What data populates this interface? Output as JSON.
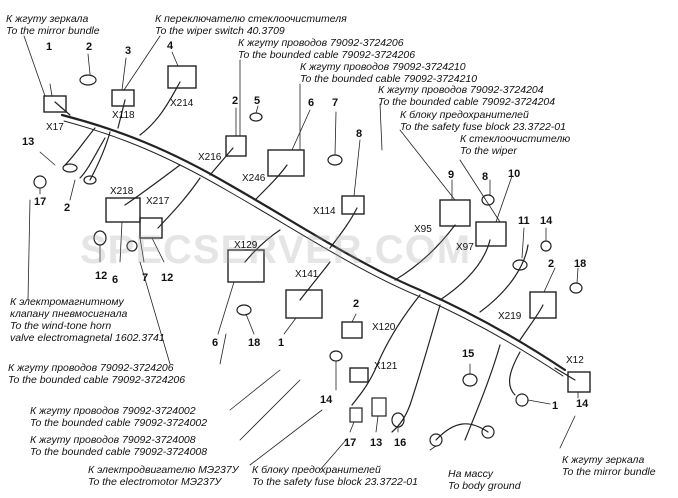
{
  "captions": [
    {
      "id": "mirror-bundle-top",
      "ru": "К жгуту зеркала",
      "en": "To the mirror bundle"
    },
    {
      "id": "wiper-switch",
      "ru": "К переключателю стеклоочистителя",
      "en": "To the wiper switch 40.3709"
    },
    {
      "id": "cable-206-top",
      "ru": "К жгуту проводов 79092-3724206",
      "en": "To the bounded cable 79092-3724206"
    },
    {
      "id": "cable-210",
      "ru": "К жгуту проводов 79092-3724210",
      "en": "To the bounded cable 79092-3724210"
    },
    {
      "id": "cable-204",
      "ru": "К жгуту проводов 79092-3724204",
      "en": "To the bounded cable 79092-3724204"
    },
    {
      "id": "fuse-block-top",
      "ru": "К блоку предохранителей",
      "en": "To the safety fuse block 23.3722-01"
    },
    {
      "id": "wiper",
      "ru": "К стеклоочистителю",
      "en": "To the wiper"
    },
    {
      "id": "horn-valve",
      "ru1": "К электромагнитному",
      "ru2": "клапану пневмосигнала",
      "en1": "To the wind-tone horn",
      "en2": "valve electromagnetal 1602.3741"
    },
    {
      "id": "cable-206-left",
      "ru": "К жгуту проводов 79092-3724206",
      "en": "To the bounded cable 79092-3724206"
    },
    {
      "id": "cable-002",
      "ru": "К жгуту проводов 79092-3724002",
      "en": "To the bounded cable 79092-3724002"
    },
    {
      "id": "cable-008",
      "ru": "К жгуту проводов 79092-3724008",
      "en": "To the bounded cable 79092-3724008"
    },
    {
      "id": "electromotor",
      "ru": "К электродвигателю МЭ237У",
      "en": "To the electromotor МЭ237У"
    },
    {
      "id": "fuse-block-bottom",
      "ru": "К блоку предохранителей",
      "en": "To the safety fuse block 23.3722-01"
    },
    {
      "id": "body-ground",
      "ru": "На массу",
      "en": "To body ground"
    },
    {
      "id": "mirror-bundle-bottom",
      "ru": "К жгуту зеркала",
      "en": "To the mirror bundle"
    }
  ],
  "connectors": [
    "X17",
    "X118",
    "X214",
    "X216",
    "X246",
    "X114",
    "X95",
    "X97",
    "X218",
    "X217",
    "X129",
    "X141",
    "X120",
    "X121",
    "X219",
    "X12"
  ],
  "part_numbers": [
    "1",
    "2",
    "3",
    "4",
    "2",
    "5",
    "6",
    "7",
    "8",
    "9",
    "8",
    "10",
    "11",
    "14",
    "13",
    "17",
    "2",
    "12",
    "6",
    "7",
    "12",
    "2",
    "18",
    "6",
    "18",
    "1",
    "2",
    "14",
    "15",
    "1",
    "14",
    "17",
    "13",
    "16"
  ],
  "watermark": "SPECSERVER.COM"
}
